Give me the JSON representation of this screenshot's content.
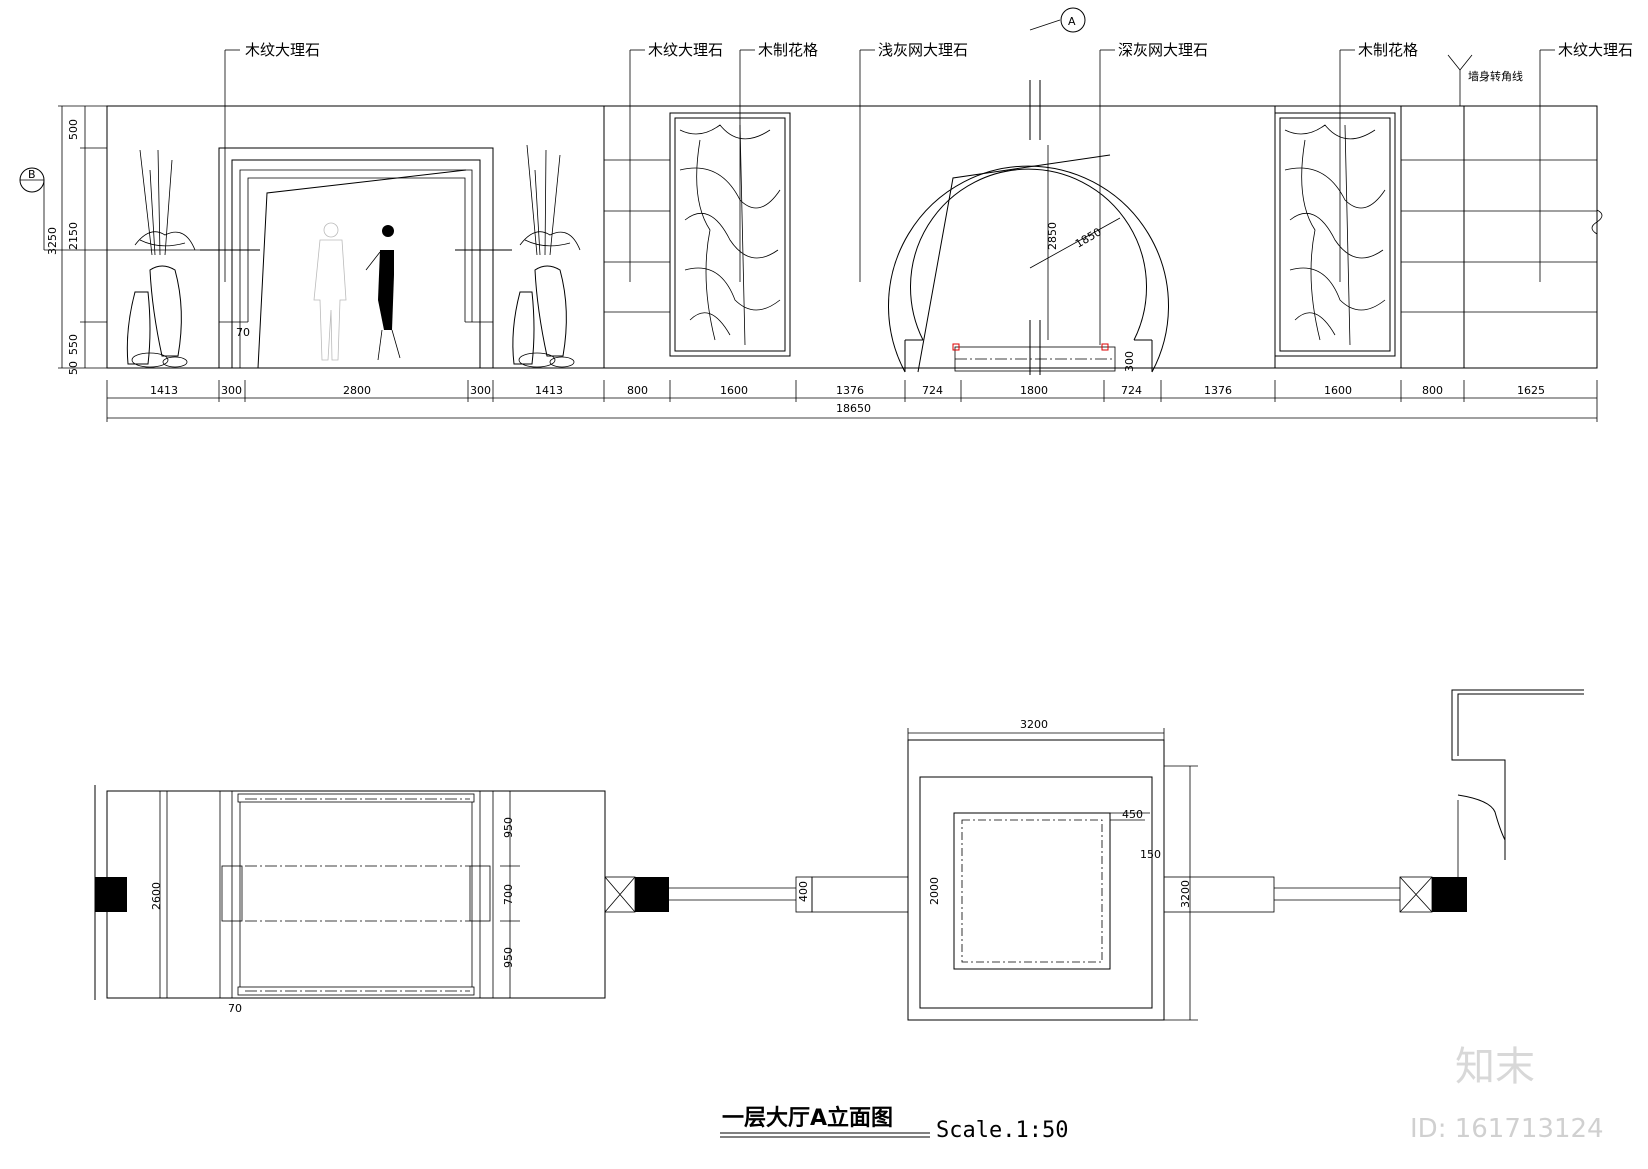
{
  "drawing": {
    "title": "一层大厅A立面图",
    "scale": "Scale.1:50"
  },
  "elevation": {
    "material_labels": [
      "木纹大理石",
      "木纹大理石",
      "木制花格",
      "浅灰网大理石",
      "深灰网大理石",
      "木制花格",
      "木纹大理石"
    ],
    "corner_label": "墙身转角线",
    "marker_a": "A",
    "marker_b": "B",
    "bottom_dims": [
      "1413",
      "300",
      "2800",
      "300",
      "1413",
      "800",
      "1600",
      "1376",
      "724",
      "1800",
      "724",
      "1376",
      "1600",
      "800",
      "1625"
    ],
    "total_dim": "18650",
    "left_dims": [
      "500",
      "2150",
      "550",
      "50"
    ],
    "left_total": "3250",
    "inner_dims": [
      "70",
      "2850",
      "1850",
      "300"
    ]
  },
  "plan": {
    "dims": [
      "2600",
      "950",
      "700",
      "950",
      "70",
      "400",
      "3200",
      "3200",
      "2000",
      "450",
      "150"
    ]
  },
  "watermark": {
    "logo": "知末",
    "id": "ID: 161713124"
  }
}
